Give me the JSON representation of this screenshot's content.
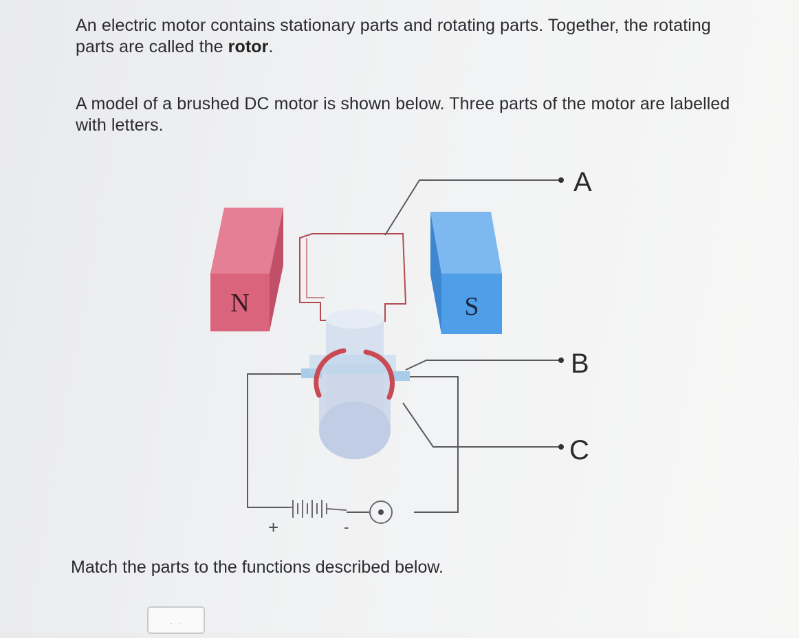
{
  "question": {
    "para1_pre": "An electric motor contains stationary parts and rotating parts. Together, the rotating parts are called the ",
    "para1_bold": "rotor",
    "para1_post": ".",
    "para2": "A model of a brushed DC motor is shown below. Three parts of the motor are labelled with letters.",
    "match_prompt": "Match the parts to the functions described below."
  },
  "diagram": {
    "labels": {
      "a": "A",
      "b": "B",
      "c": "C",
      "north": "N",
      "south": "S",
      "battery_plus": "+",
      "battery_minus": "-"
    },
    "colors": {
      "north_magnet": "#d9647c",
      "south_magnet": "#4f9ee8",
      "commutator": "#c94a52",
      "brush": "#a8cdea",
      "shaft": "#cdd8ea",
      "wire": "#5a5a5e"
    }
  },
  "answer": {
    "placeholder": "· ·"
  }
}
